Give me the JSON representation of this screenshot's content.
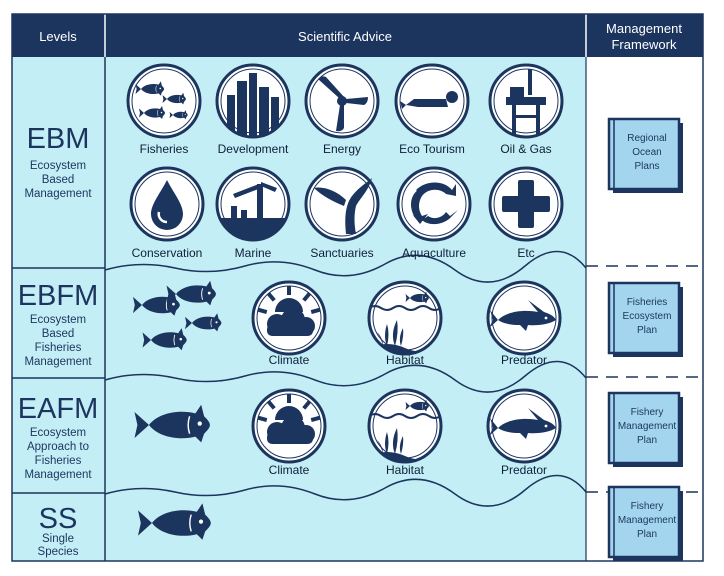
{
  "header": {
    "levels": "Levels",
    "scientific_advice": "Scientific Advice",
    "management_line1": "Management",
    "management_line2": "Framework"
  },
  "levels": [
    {
      "abbr": "EBM",
      "lines": [
        "Ecosystem",
        "Based",
        "Management"
      ]
    },
    {
      "abbr": "EBFM",
      "lines": [
        "Ecosystem",
        "Based",
        "Fisheries",
        "Management"
      ]
    },
    {
      "abbr": "EAFM",
      "lines": [
        "Ecosystem",
        "Approach to",
        "Fisheries",
        "Management"
      ]
    },
    {
      "abbr": "SS",
      "lines": [
        "Single",
        "Species"
      ]
    }
  ],
  "ebm_icons": [
    {
      "label": "Fisheries",
      "icon": "fisheries-icon"
    },
    {
      "label": "Development",
      "icon": "development-icon"
    },
    {
      "label": "Energy",
      "icon": "energy-icon"
    },
    {
      "label": "Eco Tourism",
      "icon": "eco-tourism-icon"
    },
    {
      "label": "Oil & Gas",
      "icon": "oil-gas-icon"
    },
    {
      "label": "Conservation",
      "icon": "conservation-icon"
    },
    {
      "label": "Marine",
      "icon": "marine-icon"
    },
    {
      "label": "Sanctuaries",
      "icon": "sanctuaries-icon"
    },
    {
      "label": "Aquaculture",
      "icon": "aquaculture-icon"
    },
    {
      "label": "Etc",
      "icon": "etc-icon"
    }
  ],
  "ebfm_icons": [
    {
      "label": "Climate",
      "icon": "climate-icon"
    },
    {
      "label": "Habitat",
      "icon": "habitat-icon"
    },
    {
      "label": "Predator",
      "icon": "predator-icon"
    }
  ],
  "eafm_icons": [
    {
      "label": "Climate",
      "icon": "climate-icon"
    },
    {
      "label": "Habitat",
      "icon": "habitat-icon"
    },
    {
      "label": "Predator",
      "icon": "predator-icon"
    }
  ],
  "plans": [
    {
      "lines": [
        "Regional",
        "Ocean",
        "Plans"
      ]
    },
    {
      "lines": [
        "Fisheries",
        "Ecosystem",
        "Plan"
      ]
    },
    {
      "lines": [
        "Fishery",
        "Management",
        "Plan"
      ]
    },
    {
      "lines": [
        "Fishery",
        "Management",
        "Plan"
      ]
    }
  ],
  "colors": {
    "header": "#1c355e",
    "panel": "#c4eef6",
    "icon": "#1c355e",
    "book": "#a3d6ee"
  }
}
